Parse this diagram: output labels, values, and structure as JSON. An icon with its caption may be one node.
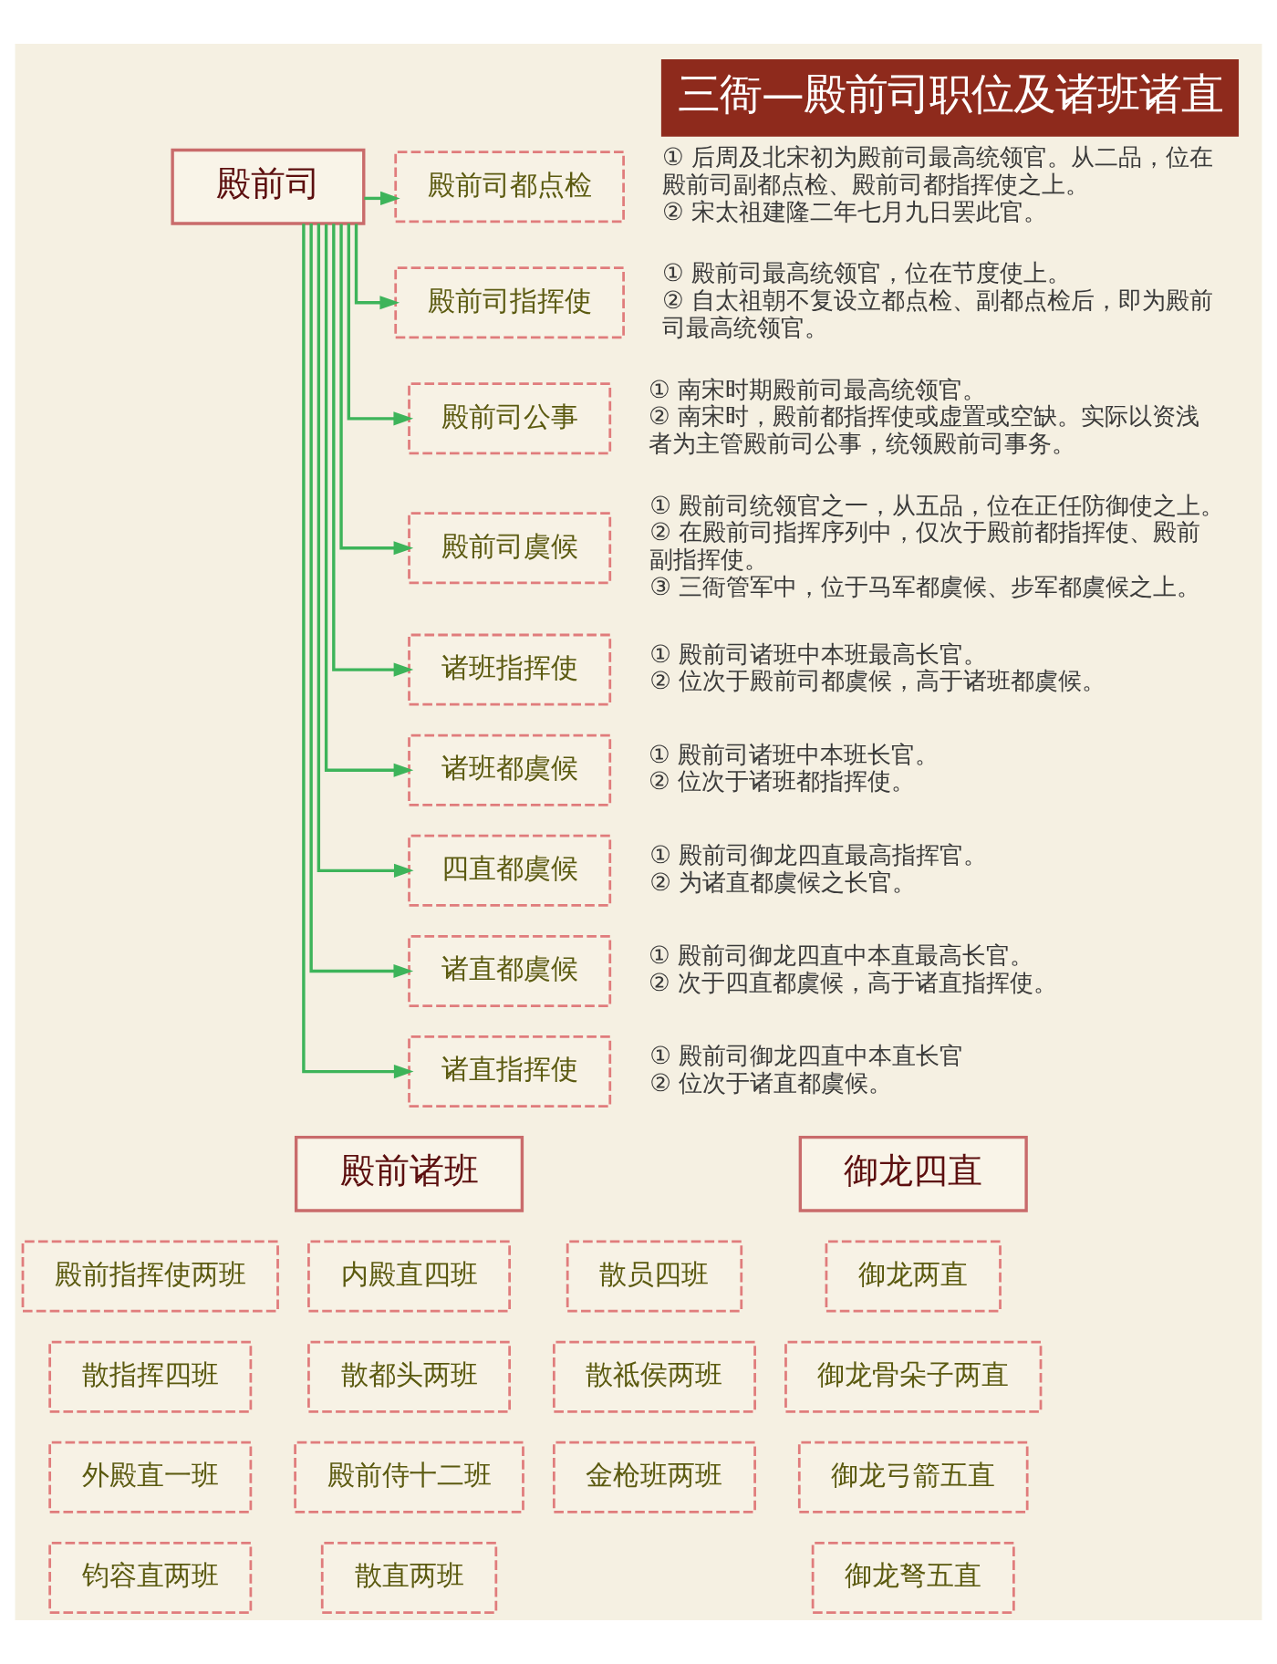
{
  "diagram": {
    "title": "三衙—殿前司职位及诸班诸直",
    "nodes": [
      {
        "text": [
          "殿前司"
        ]
      },
      {
        "text": [
          "殿前司都点检"
        ],
        "beside": [
          "① 后周及北宋初为殿前司最高统领官。从二品，位在殿前司副都点检、殿前司都指挥使之上。",
          "② 宋太祖建隆二年七月九日罢此官。"
        ]
      },
      {
        "text": [
          "殿前司指挥使"
        ],
        "beside": [
          "① 殿前司最高统领官，位在节度使上。",
          "② 自太祖朝不复设立都点检、副都点检后，即为殿前司最高统领官。"
        ]
      },
      {
        "text": [
          "殿前司公事"
        ],
        "beside": [
          "① 南宋时期殿前司最高统领官。",
          "② 南宋时，殿前都指挥使或虚置或空缺。实际以资浅者为主管殿前司公事，统领殿前司事务。"
        ]
      },
      {
        "text": [
          "殿前司虞候"
        ],
        "beside": [
          "① 殿前司统领官之一，从五品，位在正任防御使之上。",
          "② 在殿前司指挥序列中，仅次于殿前都指挥使、殿前副指挥使。",
          "③ 三衙管军中，位于马军都虞候、步军都虞候之上。"
        ]
      },
      {
        "text": [
          "诸班指挥使"
        ],
        "beside": [
          "① 殿前司诸班中本班最高长官。",
          "② 位次于殿前司都虞候，高于诸班都虞候。"
        ]
      },
      {
        "text": [
          "诸班都虞候"
        ],
        "beside": [
          "① 殿前司诸班中本班长官。",
          "② 位次于诸班都指挥使。"
        ]
      },
      {
        "text": [
          "四直都虞候"
        ],
        "beside": [
          "① 殿前司御龙四直最高指挥官。",
          "② 为诸直都虞候之长官。"
        ]
      },
      {
        "text": [
          "诸直都虞候"
        ],
        "beside": [
          "① 殿前司御龙四直中本直最高长官。",
          "② 次于四直都虞候，高于诸直指挥使。"
        ]
      },
      {
        "text": [
          "诸直指挥使"
        ],
        "beside": [
          "① 殿前司御龙四直中本直长官",
          "② 位次于诸直都虞候。"
        ]
      },
      {
        "text": [
          "殿前诸班"
        ]
      },
      {
        "text": [
          "殿前指挥使两班"
        ]
      },
      {
        "text": [
          "内殿直四班"
        ]
      },
      {
        "text": [
          "散员四班"
        ]
      },
      {
        "text": [
          "散指挥四班"
        ]
      },
      {
        "text": [
          "散都头两班"
        ]
      },
      {
        "text": [
          "散祗侯两班"
        ]
      },
      {
        "text": [
          "外殿直一班"
        ]
      },
      {
        "text": [
          "殿前侍十二班"
        ]
      },
      {
        "text": [
          "金枪班两班"
        ]
      },
      {
        "text": [
          "钧容直两班"
        ]
      },
      {
        "text": [
          "散直两班"
        ]
      },
      {
        "text": [
          "御龙四直"
        ]
      },
      {
        "text": [
          "御龙两直"
        ]
      },
      {
        "text": [
          "御龙骨朵子两直"
        ]
      },
      {
        "text": [
          "御龙弓箭五直"
        ]
      },
      {
        "text": [
          "御龙弩五直"
        ]
      }
    ],
    "edges": [
      {
        "from": 0,
        "to": 1,
        "arrow": "to"
      },
      {
        "from": 0,
        "to": 2,
        "arrow": "to"
      },
      {
        "from": 0,
        "to": 3,
        "arrow": "to"
      },
      {
        "from": 0,
        "to": 4,
        "arrow": "to"
      },
      {
        "from": 0,
        "to": 5,
        "arrow": "to"
      },
      {
        "from": 0,
        "to": 6,
        "arrow": "to"
      },
      {
        "from": 0,
        "to": 7,
        "arrow": "to"
      },
      {
        "from": 0,
        "to": 8,
        "arrow": "to"
      },
      {
        "from": 0,
        "to": 9,
        "arrow": "to"
      }
    ]
  }
}
